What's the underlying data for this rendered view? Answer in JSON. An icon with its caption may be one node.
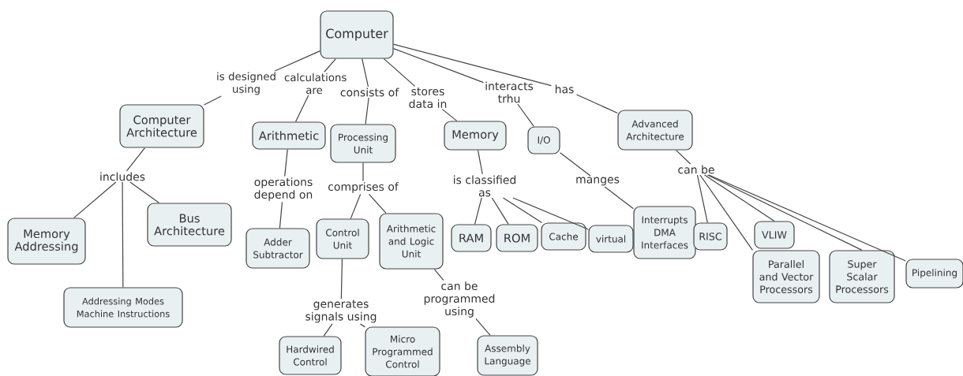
{
  "diagram": {
    "nodes": [
      {
        "text": [
          "Computer"
        ]
      },
      {
        "text": [
          "is designed using"
        ]
      },
      {
        "text": [
          "calculations are"
        ]
      },
      {
        "text": [
          "consists of"
        ]
      },
      {
        "text": [
          "stores data in"
        ]
      },
      {
        "text": [
          "interacts trhu"
        ]
      },
      {
        "text": [
          "has"
        ]
      },
      {
        "text": [
          "Computer Architecture"
        ]
      },
      {
        "text": [
          "Arithmetic"
        ]
      },
      {
        "text": [
          "Processing Unit"
        ]
      },
      {
        "text": [
          "Memory"
        ]
      },
      {
        "text": [
          "I/O"
        ]
      },
      {
        "text": [
          "Advanced Architecture"
        ]
      },
      {
        "text": [
          "includes"
        ]
      },
      {
        "text": [
          "operations depend on"
        ]
      },
      {
        "text": [
          "comprises of"
        ]
      },
      {
        "text": [
          "is classified as"
        ]
      },
      {
        "text": [
          "manges"
        ]
      },
      {
        "text": [
          "can be"
        ]
      },
      {
        "text": [
          "Memory Addressing"
        ]
      },
      {
        "text": [
          "Bus Architecture"
        ]
      },
      {
        "text": [
          "Addressing Modes Machine Instructions"
        ]
      },
      {
        "text": [
          "Adder Subtractor"
        ]
      },
      {
        "text": [
          "Control Unit"
        ]
      },
      {
        "text": [
          "Arithmetic and Logic Unit"
        ]
      },
      {
        "text": [
          "RAM"
        ]
      },
      {
        "text": [
          "ROM"
        ]
      },
      {
        "text": [
          "Cache"
        ]
      },
      {
        "text": [
          "virtual"
        ]
      },
      {
        "text": [
          "Interrupts DMA Interfaces"
        ]
      },
      {
        "text": [
          "RISC"
        ]
      },
      {
        "text": [
          "VLIW"
        ]
      },
      {
        "text": [
          "generates signals using"
        ]
      },
      {
        "text": [
          "can be programmed using"
        ]
      },
      {
        "text": [
          "Parallel and Vector Processors"
        ]
      },
      {
        "text": [
          "Super Scalar Processors"
        ]
      },
      {
        "text": [
          "Pipelining"
        ]
      },
      {
        "text": [
          "Hardwired Control"
        ]
      },
      {
        "text": [
          "Micro Programmed Control"
        ]
      },
      {
        "text": [
          "Assembly Language"
        ]
      }
    ],
    "edges": [
      {
        "from": 0,
        "to": 1,
        "arrow": "none"
      },
      {
        "from": 1,
        "to": 7,
        "arrow": "none"
      },
      {
        "from": 0,
        "to": 2,
        "arrow": "none"
      },
      {
        "from": 2,
        "to": 8,
        "arrow": "none"
      },
      {
        "from": 0,
        "to": 3,
        "arrow": "none"
      },
      {
        "from": 3,
        "to": 9,
        "arrow": "none"
      },
      {
        "from": 0,
        "to": 4,
        "arrow": "none"
      },
      {
        "from": 4,
        "to": 10,
        "arrow": "none"
      },
      {
        "from": 0,
        "to": 5,
        "arrow": "none"
      },
      {
        "from": 5,
        "to": 11,
        "arrow": "none"
      },
      {
        "from": 0,
        "to": 6,
        "arrow": "none"
      },
      {
        "from": 6,
        "to": 12,
        "arrow": "none"
      },
      {
        "from": 7,
        "to": 13,
        "arrow": "none"
      },
      {
        "from": 13,
        "to": 19,
        "arrow": "none"
      },
      {
        "from": 13,
        "to": 21,
        "arrow": "none"
      },
      {
        "from": 13,
        "to": 20,
        "arrow": "none"
      },
      {
        "from": 8,
        "to": 14,
        "arrow": "none"
      },
      {
        "from": 14,
        "to": 22,
        "arrow": "none"
      },
      {
        "from": 9,
        "to": 15,
        "arrow": "none"
      },
      {
        "from": 15,
        "to": 23,
        "arrow": "none"
      },
      {
        "from": 15,
        "to": 24,
        "arrow": "none"
      },
      {
        "from": 10,
        "to": 16,
        "arrow": "none"
      },
      {
        "from": 16,
        "to": 25,
        "arrow": "none"
      },
      {
        "from": 16,
        "to": 26,
        "arrow": "none"
      },
      {
        "from": 16,
        "to": 27,
        "arrow": "none"
      },
      {
        "from": 16,
        "to": 28,
        "arrow": "none"
      },
      {
        "from": 11,
        "to": 17,
        "arrow": "none"
      },
      {
        "from": 17,
        "to": 29,
        "arrow": "none"
      },
      {
        "from": 12,
        "to": 18,
        "arrow": "none"
      },
      {
        "from": 18,
        "to": 30,
        "arrow": "none"
      },
      {
        "from": 18,
        "to": 31,
        "arrow": "none"
      },
      {
        "from": 18,
        "to": 34,
        "arrow": "none"
      },
      {
        "from": 18,
        "to": 35,
        "arrow": "none"
      },
      {
        "from": 18,
        "to": 36,
        "arrow": "none"
      },
      {
        "from": 23,
        "to": 32,
        "arrow": "none"
      },
      {
        "from": 32,
        "to": 37,
        "arrow": "none"
      },
      {
        "from": 32,
        "to": 38,
        "arrow": "none"
      },
      {
        "from": 24,
        "to": 33,
        "arrow": "none"
      },
      {
        "from": 33,
        "to": 39,
        "arrow": "none"
      }
    ]
  }
}
